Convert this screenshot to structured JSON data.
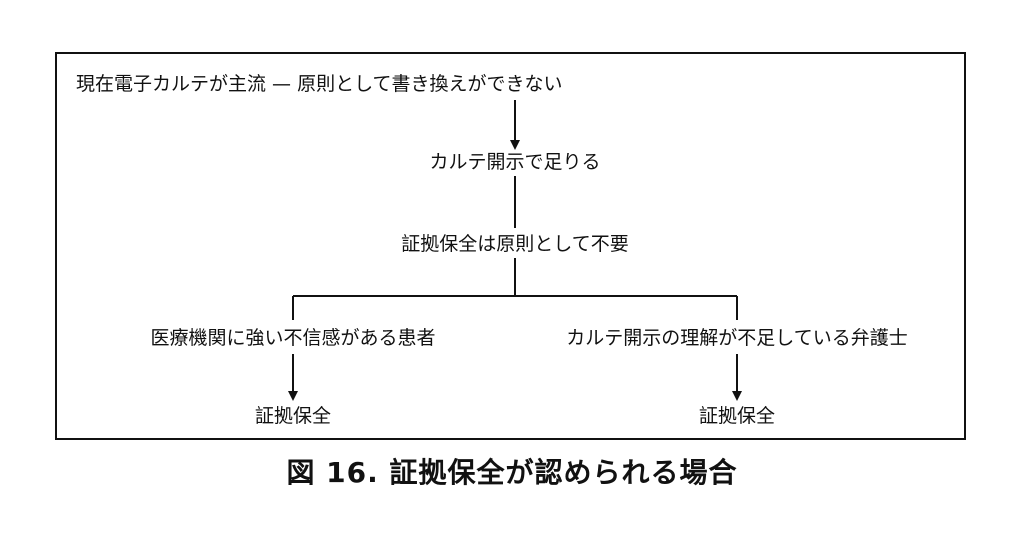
{
  "diagram": {
    "nodes": {
      "premise": "現在電子カルテが主流 — 原則として書き換えができない",
      "disclosure_enough": "カルテ開示で足りる",
      "preservation_unneeded": "証拠保全は原則として不要",
      "distrustful_patient": "医療機関に強い不信感がある患者",
      "lawyer": "カルテ開示の理解が不足している弁護士",
      "preservation_left": "証拠保全",
      "preservation_right": "証拠保全"
    },
    "caption": "図 16.  証拠保全が認められる場合"
  }
}
